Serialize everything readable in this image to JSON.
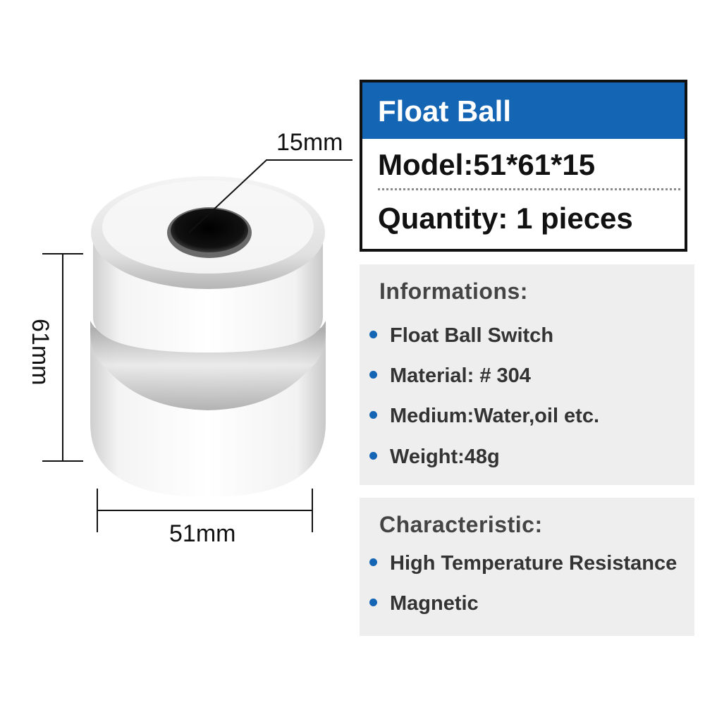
{
  "dimensions": {
    "top_hole": "15mm",
    "height": "61mm",
    "width": "51mm"
  },
  "spec": {
    "title": "Float Ball",
    "model": "Model:51*61*15",
    "quantity": "Quantity: 1 pieces"
  },
  "informations": {
    "heading": "Informations:",
    "items": [
      "Float Ball Switch",
      "Material: # 304",
      "Medium:Water,oil etc.",
      "Weight:48g"
    ]
  },
  "characteristic": {
    "heading": "Characteristic:",
    "items": [
      "High Temperature Resistance",
      "Magnetic"
    ]
  },
  "colors": {
    "accent_blue": "#1565b5",
    "panel_gray": "#eeeeee"
  },
  "icons": {
    "bullet": "bullet-dot-icon",
    "product": "float-ball-image"
  }
}
